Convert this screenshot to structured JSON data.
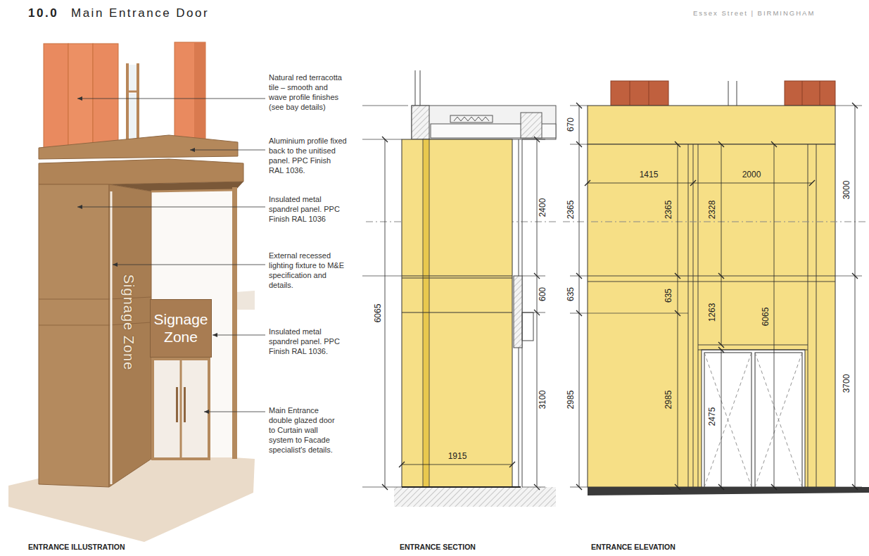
{
  "diagram": {
    "title": "Main Entrance Door",
    "nodes": [
      {
        "text": [
          "Signage Zone"
        ]
      }
    ],
    "labels": [
      "10.0",
      "Essex Street | BIRMINGHAM",
      "Natural red terracotta tile – smooth and wave profile finishes (see bay details)",
      "Aluminium profile fixed back to the unitised panel. PPC Finish RAL 1036.",
      "Insulated metal spandrel panel. PPC Finish RAL 1036",
      "External recessed lighting fixture to M&E specification and details.",
      "Insulated metal spandrel panel. PPC Finish RAL 1036.",
      "Main Entrance double glazed door to Curtain wall system to Facade specialist's details.",
      "Signage Zone",
      "ENTRANCE ILLUSTRATION",
      "ENTRANCE SECTION",
      "ENTRANCE ELEVATION",
      "6065",
      "2400",
      "600",
      "3100",
      "1915",
      "670",
      "1415",
      "2000",
      "2365",
      "2365",
      "2328",
      "3000",
      "635",
      "635",
      "1263",
      "6065",
      "2985",
      "2985",
      "2475",
      "3700"
    ]
  }
}
